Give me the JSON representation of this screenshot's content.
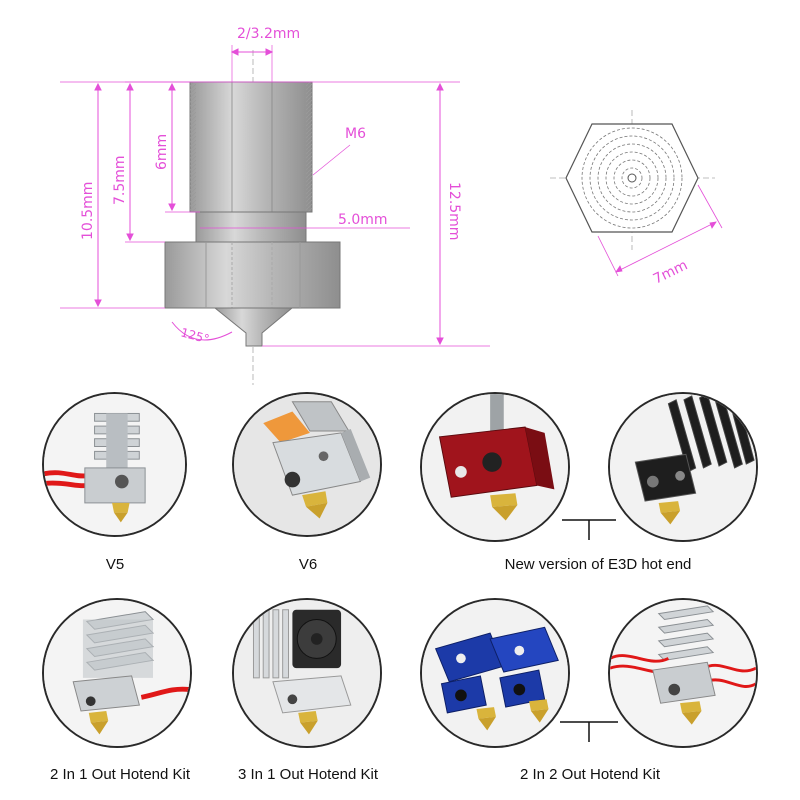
{
  "dimensions": {
    "inner_diameter": "2/3.2mm",
    "thread": "M6",
    "thread_length": "6mm",
    "length_a": "7.5mm",
    "length_b": "10.5mm",
    "total_length": "12.5mm",
    "tip_diameter": "5.0mm",
    "angle": "125°",
    "hex_width": "7mm"
  },
  "captions": {
    "v5": "V5",
    "v6": "V6",
    "new_e3d": "New version of E3D hot end",
    "kit_2in1": "2 In 1 Out Hotend Kit",
    "kit_3in1": "3 In 1 Out Hotend Kit",
    "kit_2in2": "2 In 2 Out Hotend Kit"
  },
  "colors": {
    "dimension": "#e44fd8",
    "nozzle_brass": "#d9b43c",
    "red_block": "#a0141c",
    "blue_block": "#1c3aa8",
    "heatsink_black": "#1e1e1e",
    "wire_red": "#e01818"
  }
}
